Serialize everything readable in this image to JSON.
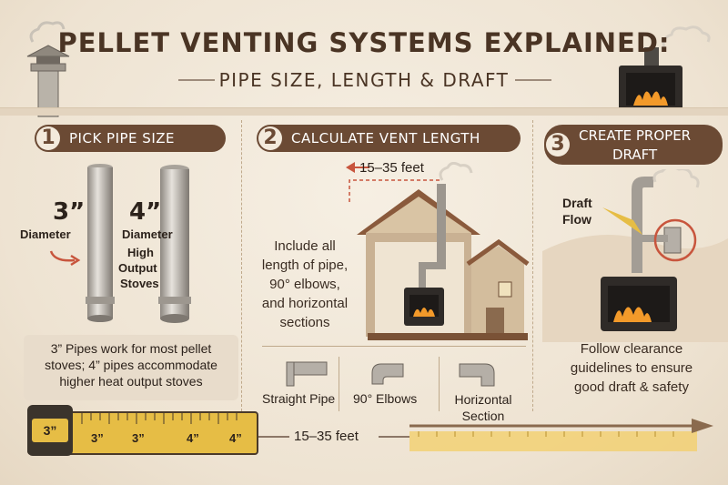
{
  "header": {
    "title": "PELLET VENTING SYSTEMS EXPLAINED:",
    "subtitle": "PIPE SIZE, LENGTH & DRAFT"
  },
  "step1": {
    "number": "1",
    "label": "PICK PIPE SIZE",
    "size_a": "3”",
    "size_a_caption": "Diameter",
    "size_b": "4”",
    "size_b_caption": "Diameter",
    "size_b_note_1": "High",
    "size_b_note_2": "Output",
    "size_b_note_3": "Stoves",
    "note_1": "3” Pipes work for most pellet",
    "note_2": "stoves; 4” pipes accommodate",
    "note_3": "higher heat output stoves"
  },
  "step2": {
    "number": "2",
    "label": "CALCULATE VENT LENGTH",
    "range": "15–35 feet",
    "body_1": "Include all",
    "body_2": "length of pipe,",
    "body_3": "90° elbows,",
    "body_4": "and horizontal",
    "body_5": "sections",
    "fitting_1": "Straight Pipe",
    "fitting_2": "90° Elbows",
    "fitting_3a": "Horizontal",
    "fitting_3b": "Section"
  },
  "step3": {
    "number": "3",
    "label_1": "CREATE PROPER",
    "label_2": "DRAFT",
    "callout_1": "Draft",
    "callout_2": "Flow",
    "body_1": "Follow clearance",
    "body_2": "guidelines to ensure",
    "body_3": "good draft & safety"
  },
  "tape": {
    "case_label": "3”",
    "marks": [
      "3”",
      "3”",
      "4”",
      "4”"
    ],
    "length_label": "15–35 feet"
  },
  "colors": {
    "brown": "#6b4a34",
    "banner_text": "#ffffff",
    "tape_yellow": "#e6bd45",
    "fire": "#f39a2a",
    "accent_red": "#c8553d"
  }
}
